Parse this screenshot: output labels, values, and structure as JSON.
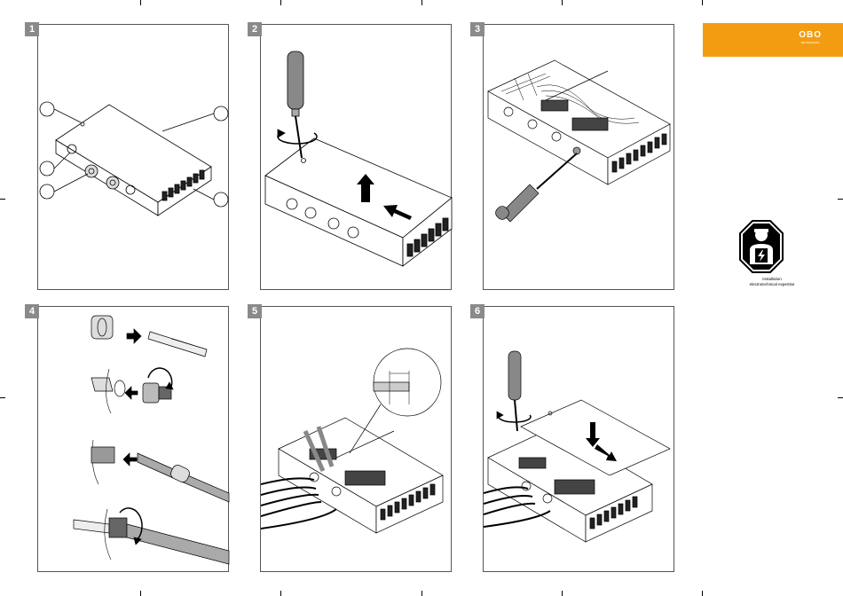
{
  "steps": [
    {
      "number": "1"
    },
    {
      "number": "2"
    },
    {
      "number": "3"
    },
    {
      "number": "4"
    },
    {
      "number": "5"
    },
    {
      "number": "6"
    }
  ],
  "brand": {
    "logo_text": "OBO",
    "logo_subtext": "BETTERMANN",
    "color": "#f39c12"
  },
  "warning": {
    "line1": "Installation",
    "line2": "electrotechnical expertise",
    "icon": "electrician-warning-icon"
  },
  "colors": {
    "badge": "#8a8a8a",
    "screwdriver_handle": "#888888"
  }
}
